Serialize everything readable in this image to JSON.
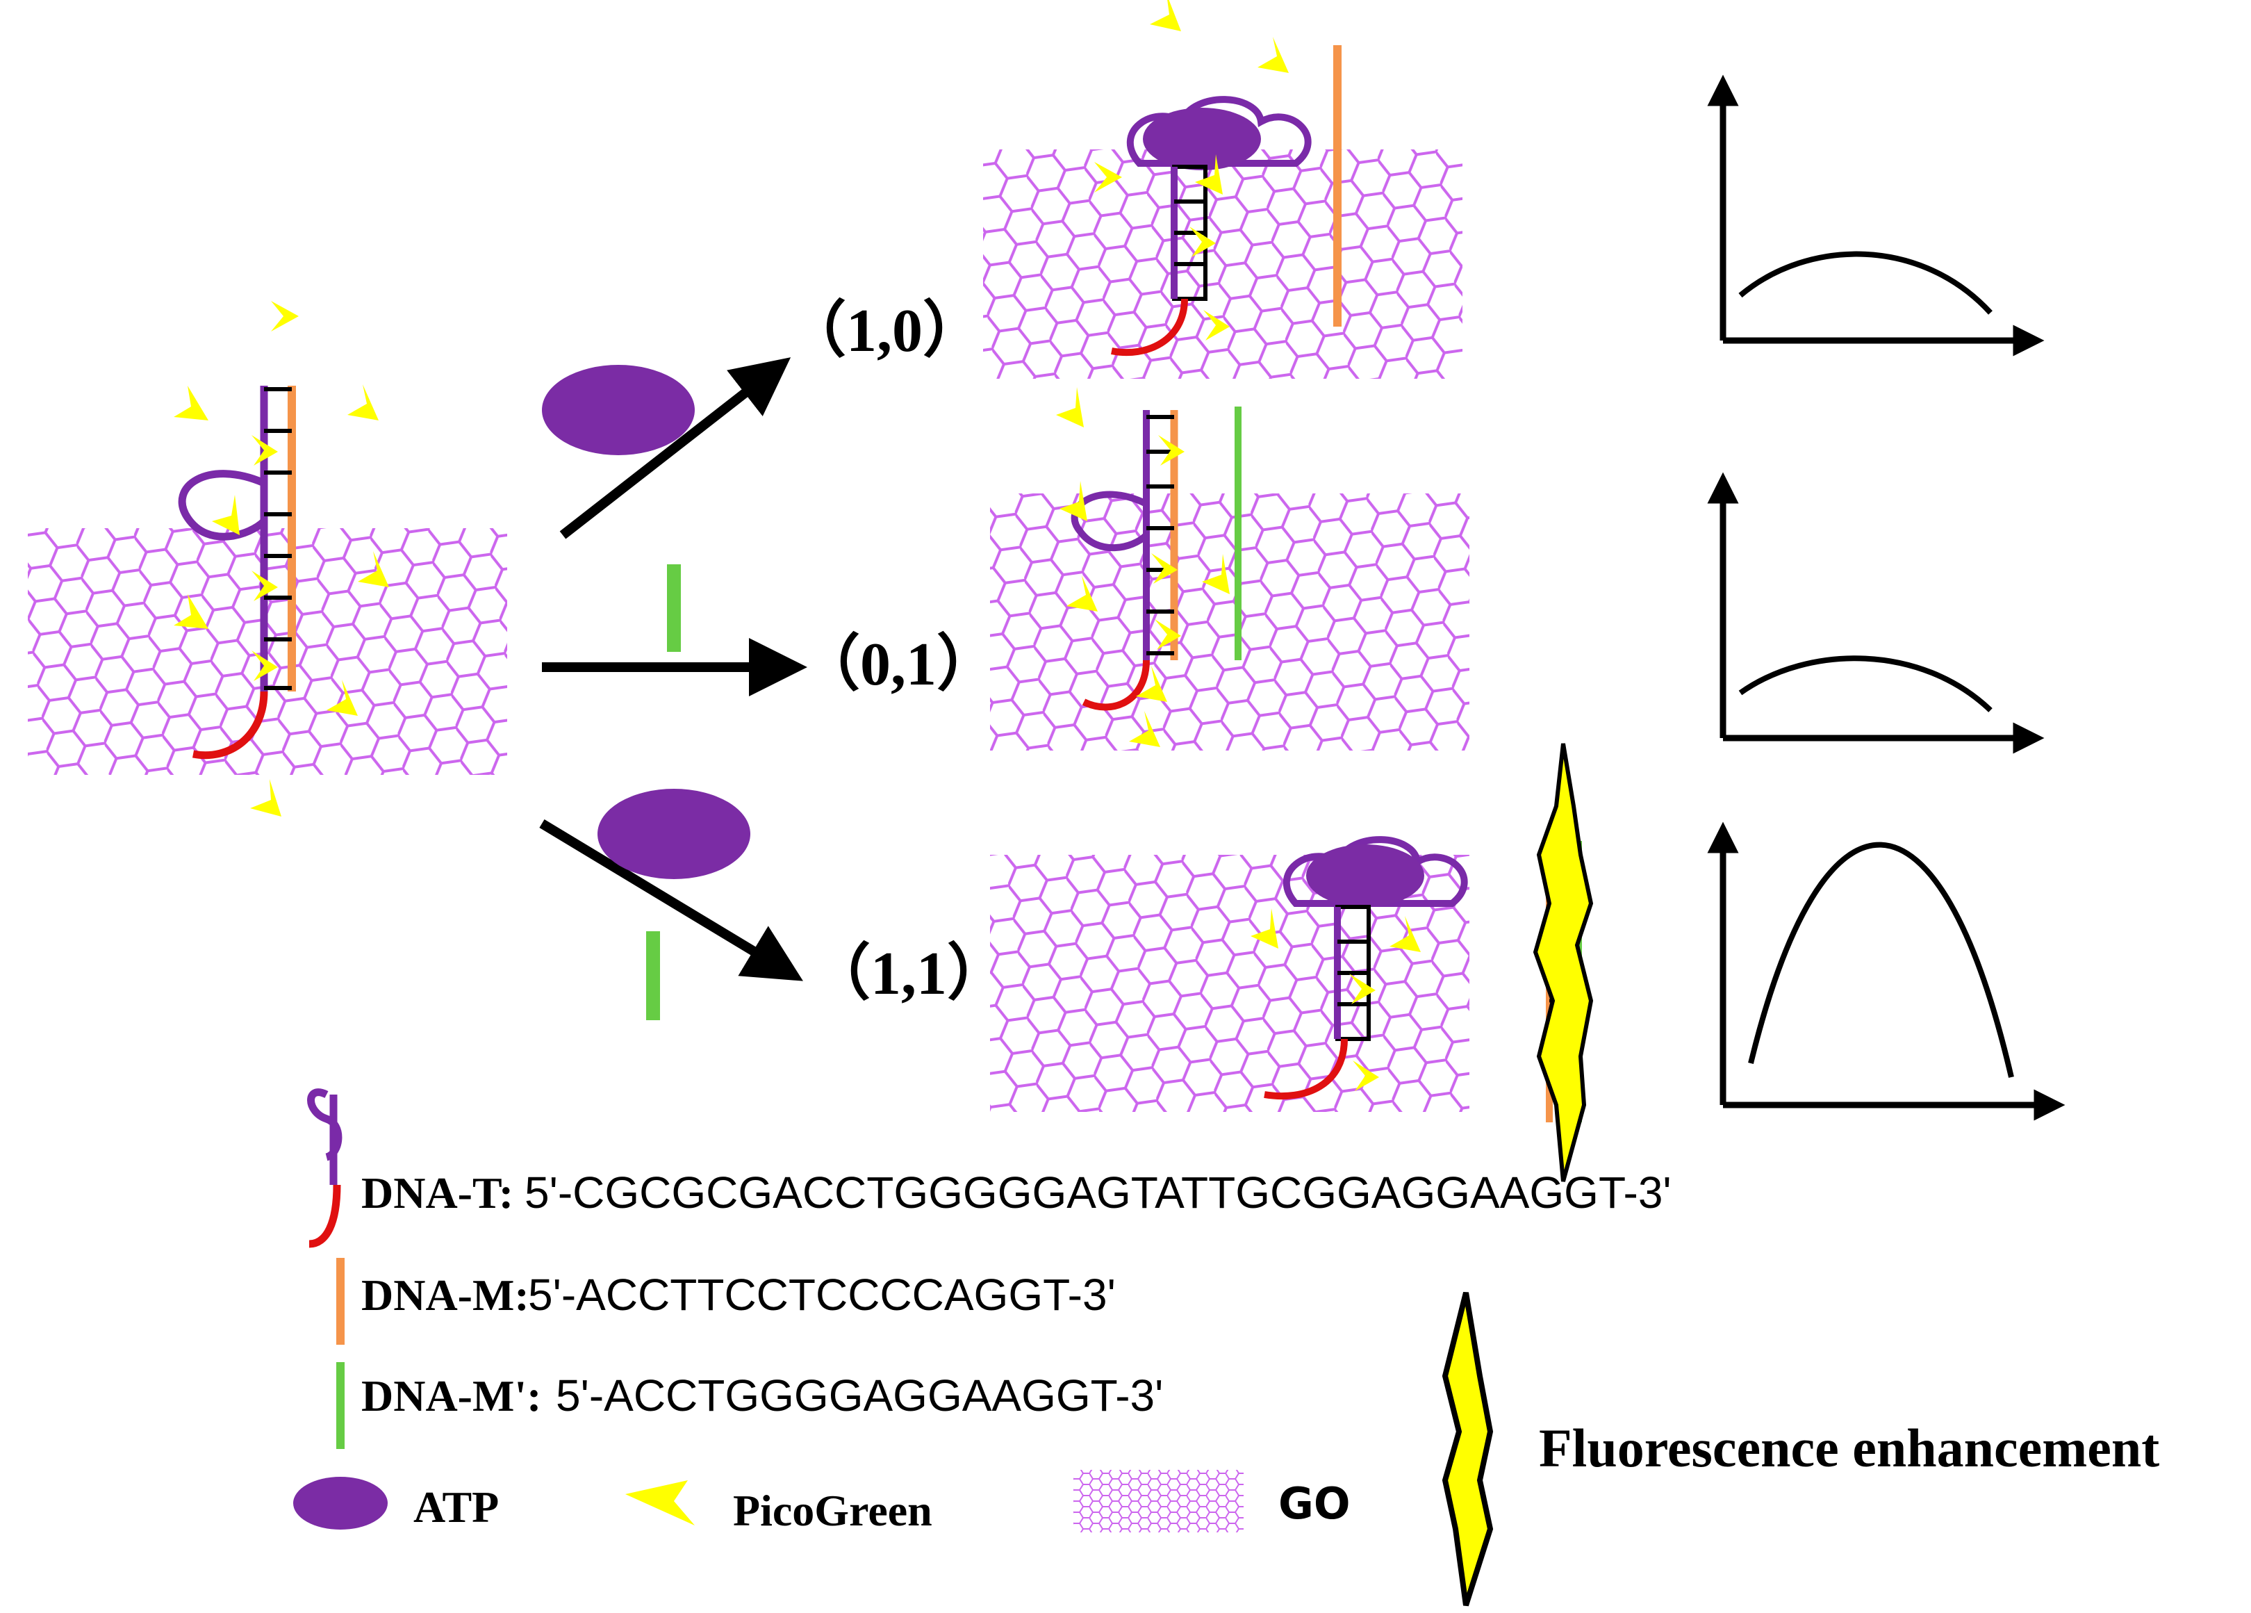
{
  "states": {
    "s10": "（1,0）",
    "s01": "（0,1）",
    "s11": "（1,1）"
  },
  "legend": {
    "dna_t_name": "DNA-T:",
    "dna_t_seq": "5'-CGCGCGACCTGGGGGAGTATTGCGGAGGAAGGT-3'",
    "dna_m_name": "DNA-M:",
    "dna_m_seq": "5'-ACCTTCCTCCCCAGGT-3'",
    "dna_mp_name": "DNA-M':",
    "dna_mp_seq": "5'-ACCTGGGGAGGAAGGT-3'",
    "atp": "ATP",
    "picogreen": "PicoGreen",
    "go": "GO",
    "fluorescence": "Fluorescence enhancement"
  },
  "colors": {
    "go_lattice": "#cc66ee",
    "dna_t": "#7a2aa8",
    "atp": "#7b2ca5",
    "dna_t_tail": "#e01010",
    "dna_m": "#f5944a",
    "dna_m_prime": "#66cc44",
    "picogreen": "#ffff00",
    "arrow": "#000000"
  },
  "icons": {
    "atp": "purple-ellipse",
    "picogreen": "yellow-arrowhead",
    "go": "hexagon-lattice",
    "fluorescence": "lightning-burst"
  },
  "chart_data": [
    {
      "type": "line",
      "title": "",
      "xlabel": "",
      "ylabel": "",
      "series": [
        {
          "shape": "low-peak",
          "relative_height": 0.25
        }
      ]
    },
    {
      "type": "line",
      "title": "",
      "xlabel": "",
      "ylabel": "",
      "series": [
        {
          "shape": "low-peak",
          "relative_height": 0.22
        }
      ]
    },
    {
      "type": "line",
      "title": "",
      "xlabel": "",
      "ylabel": "",
      "series": [
        {
          "shape": "high-peak",
          "relative_height": 0.95
        }
      ]
    }
  ]
}
